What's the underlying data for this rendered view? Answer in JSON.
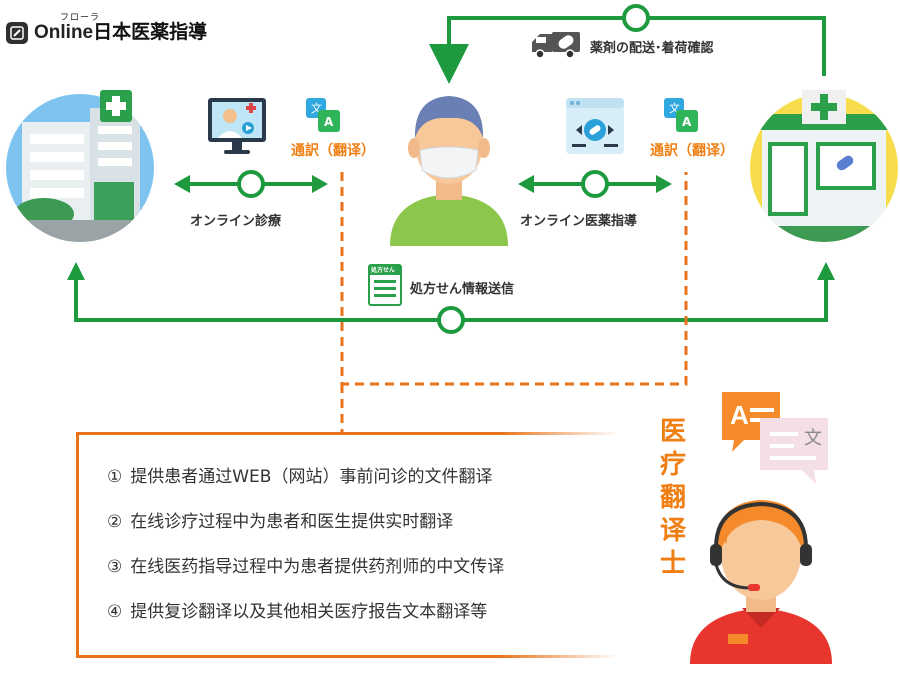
{
  "logo": {
    "ruby": "フローラ",
    "brand_en": "Online",
    "brand_jp": "日本医薬指導"
  },
  "labels": {
    "delivery": "薬剤の配送･着荷確認",
    "translate_left": "通訳（翻译）",
    "translate_right": "通訳（翻译）",
    "online_consult": "オンライン診療",
    "online_pharma": "オンライン医薬指導",
    "prescription": "処方せん情報送信",
    "prescription_icon_text": "処方せん"
  },
  "translator_title": "医疗翻译士",
  "services": [
    {
      "num": "①",
      "text": "提供患者通过WEB（网站）事前问诊的文件翻译"
    },
    {
      "num": "②",
      "text": "在线诊疗过程中为患者和医生提供实时翻译"
    },
    {
      "num": "③",
      "text": "在线医药指导过程中为患者提供药剂师的中文传译"
    },
    {
      "num": "④",
      "text": "提供复诊翻译以及其他相关医疗报告文本翻译等"
    }
  ],
  "colors": {
    "green": "#1e9a3e",
    "orange": "#e8731a",
    "sky": "#7ec3f0",
    "pharmacy_bg": "#f7dc4e"
  }
}
